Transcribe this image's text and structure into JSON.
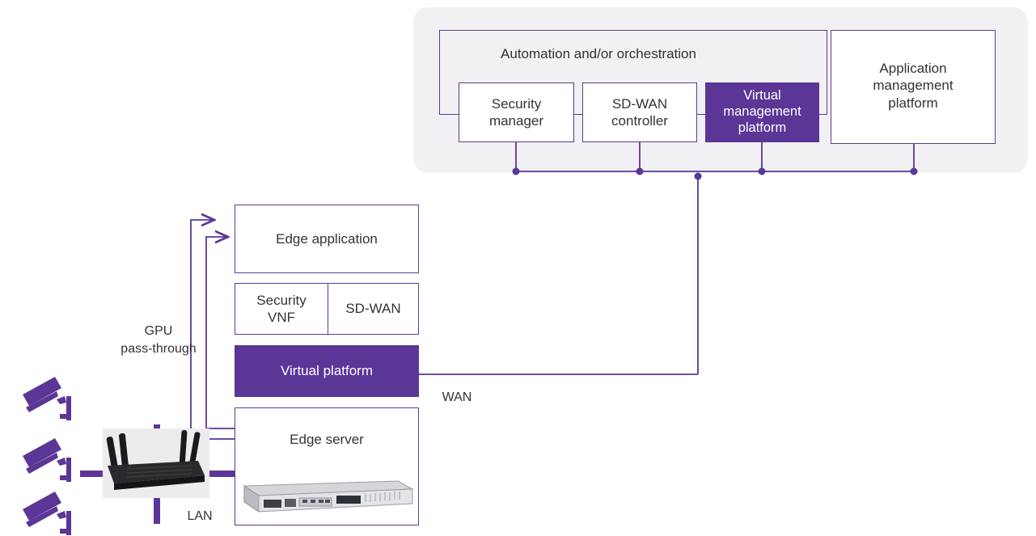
{
  "cloud": {
    "orchestration_label": "Automation and/or orchestration",
    "security_manager": "Security\nmanager",
    "sdwan_controller": "SD-WAN\ncontroller",
    "virtual_mgmt_platform": "Virtual\nmanagement\nplatform",
    "app_mgmt_platform": "Application\nmanagement\nplatform"
  },
  "edge": {
    "edge_application": "Edge application",
    "security_vnf": "Security\nVNF",
    "sdwan": "SD-WAN",
    "virtual_platform": "Virtual platform",
    "edge_server": "Edge server"
  },
  "labels": {
    "gpu": "GPU\npass-through",
    "wan": "WAN",
    "lan": "LAN"
  },
  "colors": {
    "purple": "#5c3696",
    "panel": "#f1f1f3"
  },
  "icons": [
    "camera-icon",
    "router-device-image",
    "rack-server-image"
  ]
}
